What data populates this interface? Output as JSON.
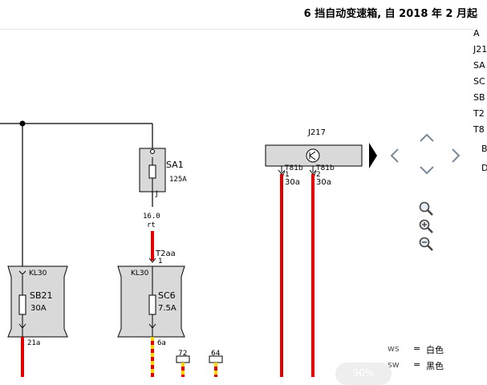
{
  "header": {
    "title": "6 挡自动变速箱, 自 2018 年 2 月起"
  },
  "side_legend": {
    "items": [
      "A",
      "J21",
      "SA",
      "SC",
      "SB",
      "T2",
      "T8"
    ],
    "extra": [
      "B",
      "D"
    ]
  },
  "diagram": {
    "components": {
      "sa1": {
        "name": "SA1",
        "rating": "125A"
      },
      "j217": {
        "name": "J217"
      },
      "sb21": {
        "name": "SB21",
        "rating": "30A",
        "terminal": "KL30",
        "out_label": "21a"
      },
      "sc6": {
        "name": "SC6",
        "rating": "7.5A",
        "terminal": "KL30",
        "out_label": "6a"
      }
    },
    "labels": {
      "pin_j": "J",
      "wire_gauge": "16.0",
      "wire_color": "rt",
      "connector_t2aa": "T2aa",
      "pin_1": "1",
      "t81b": "T81b",
      "pin_a1": "/1",
      "pin_a2": "/2",
      "fuse_30a_1": "30a",
      "fuse_30a_2": "30a",
      "conn_72": "72",
      "conn_64": "64"
    },
    "colors": {
      "wire_red": "#e30000",
      "wire_yellow": "#ffd400",
      "component_fill": "#d9d9d9",
      "line": "#000000"
    }
  },
  "navigation": {
    "icons": [
      "chevron-up-icon",
      "chevron-left-icon",
      "chevron-right-icon",
      "chevron-down-icon",
      "zoom-search-icon",
      "zoom-in-icon",
      "zoom-out-icon"
    ]
  },
  "color_legend": {
    "rows": [
      {
        "code": "ws",
        "name": "白色"
      },
      {
        "code": "sw",
        "name": "黑色"
      }
    ]
  },
  "zoom": {
    "level": "90%"
  }
}
